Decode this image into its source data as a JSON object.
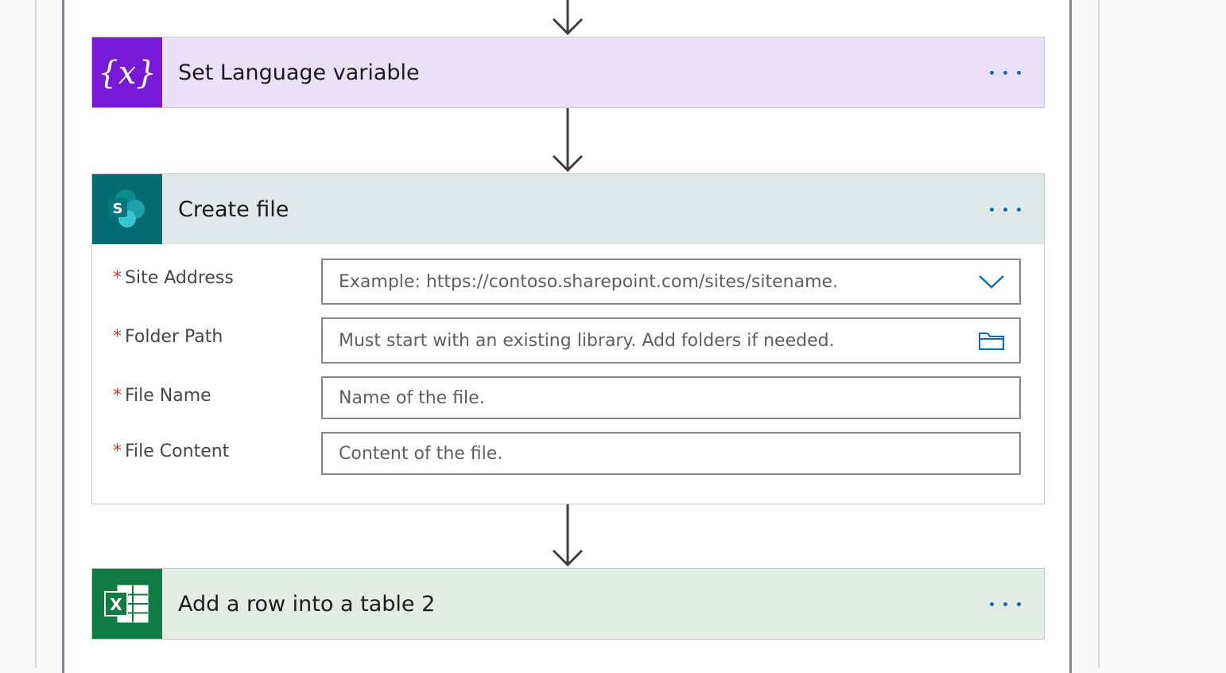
{
  "cards": {
    "set_language": {
      "title": "Set Language variable",
      "icon": "variable-braces-icon",
      "icon_bg": "#7719d6",
      "header_bg": "#ebe0f9"
    },
    "create_file": {
      "title": "Create file",
      "icon": "sharepoint-icon",
      "icon_bg": "#036c70",
      "header_bg": "#e1e8ea",
      "fields": [
        {
          "label": "Site Address",
          "required_mark": "*",
          "placeholder": "Example: https://contoso.sharepoint.com/sites/sitename.",
          "icon": "chevron-down-icon"
        },
        {
          "label": "Folder Path",
          "required_mark": "*",
          "placeholder": "Must start with an existing library. Add folders if needed.",
          "icon": "folder-icon"
        },
        {
          "label": "File Name",
          "required_mark": "*",
          "placeholder": "Name of the file."
        },
        {
          "label": "File Content",
          "required_mark": "*",
          "placeholder": "Content of the file."
        }
      ]
    },
    "add_row": {
      "title": "Add a row into a table 2",
      "icon": "excel-icon",
      "icon_bg": "#107c41",
      "header_bg": "#e2ebe4"
    }
  },
  "colors": {
    "accent": "#0f6cbd",
    "required": "#d13438"
  }
}
